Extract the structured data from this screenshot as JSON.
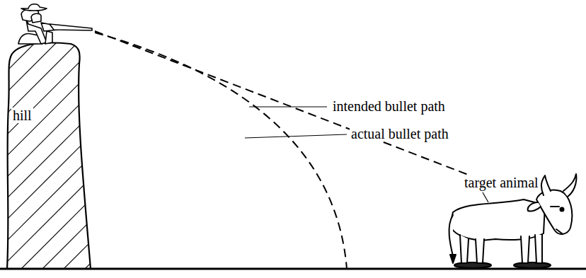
{
  "diagram": {
    "labels": [
      "hill",
      "intended bullet path",
      "actual bullet path",
      "target animal"
    ]
  }
}
